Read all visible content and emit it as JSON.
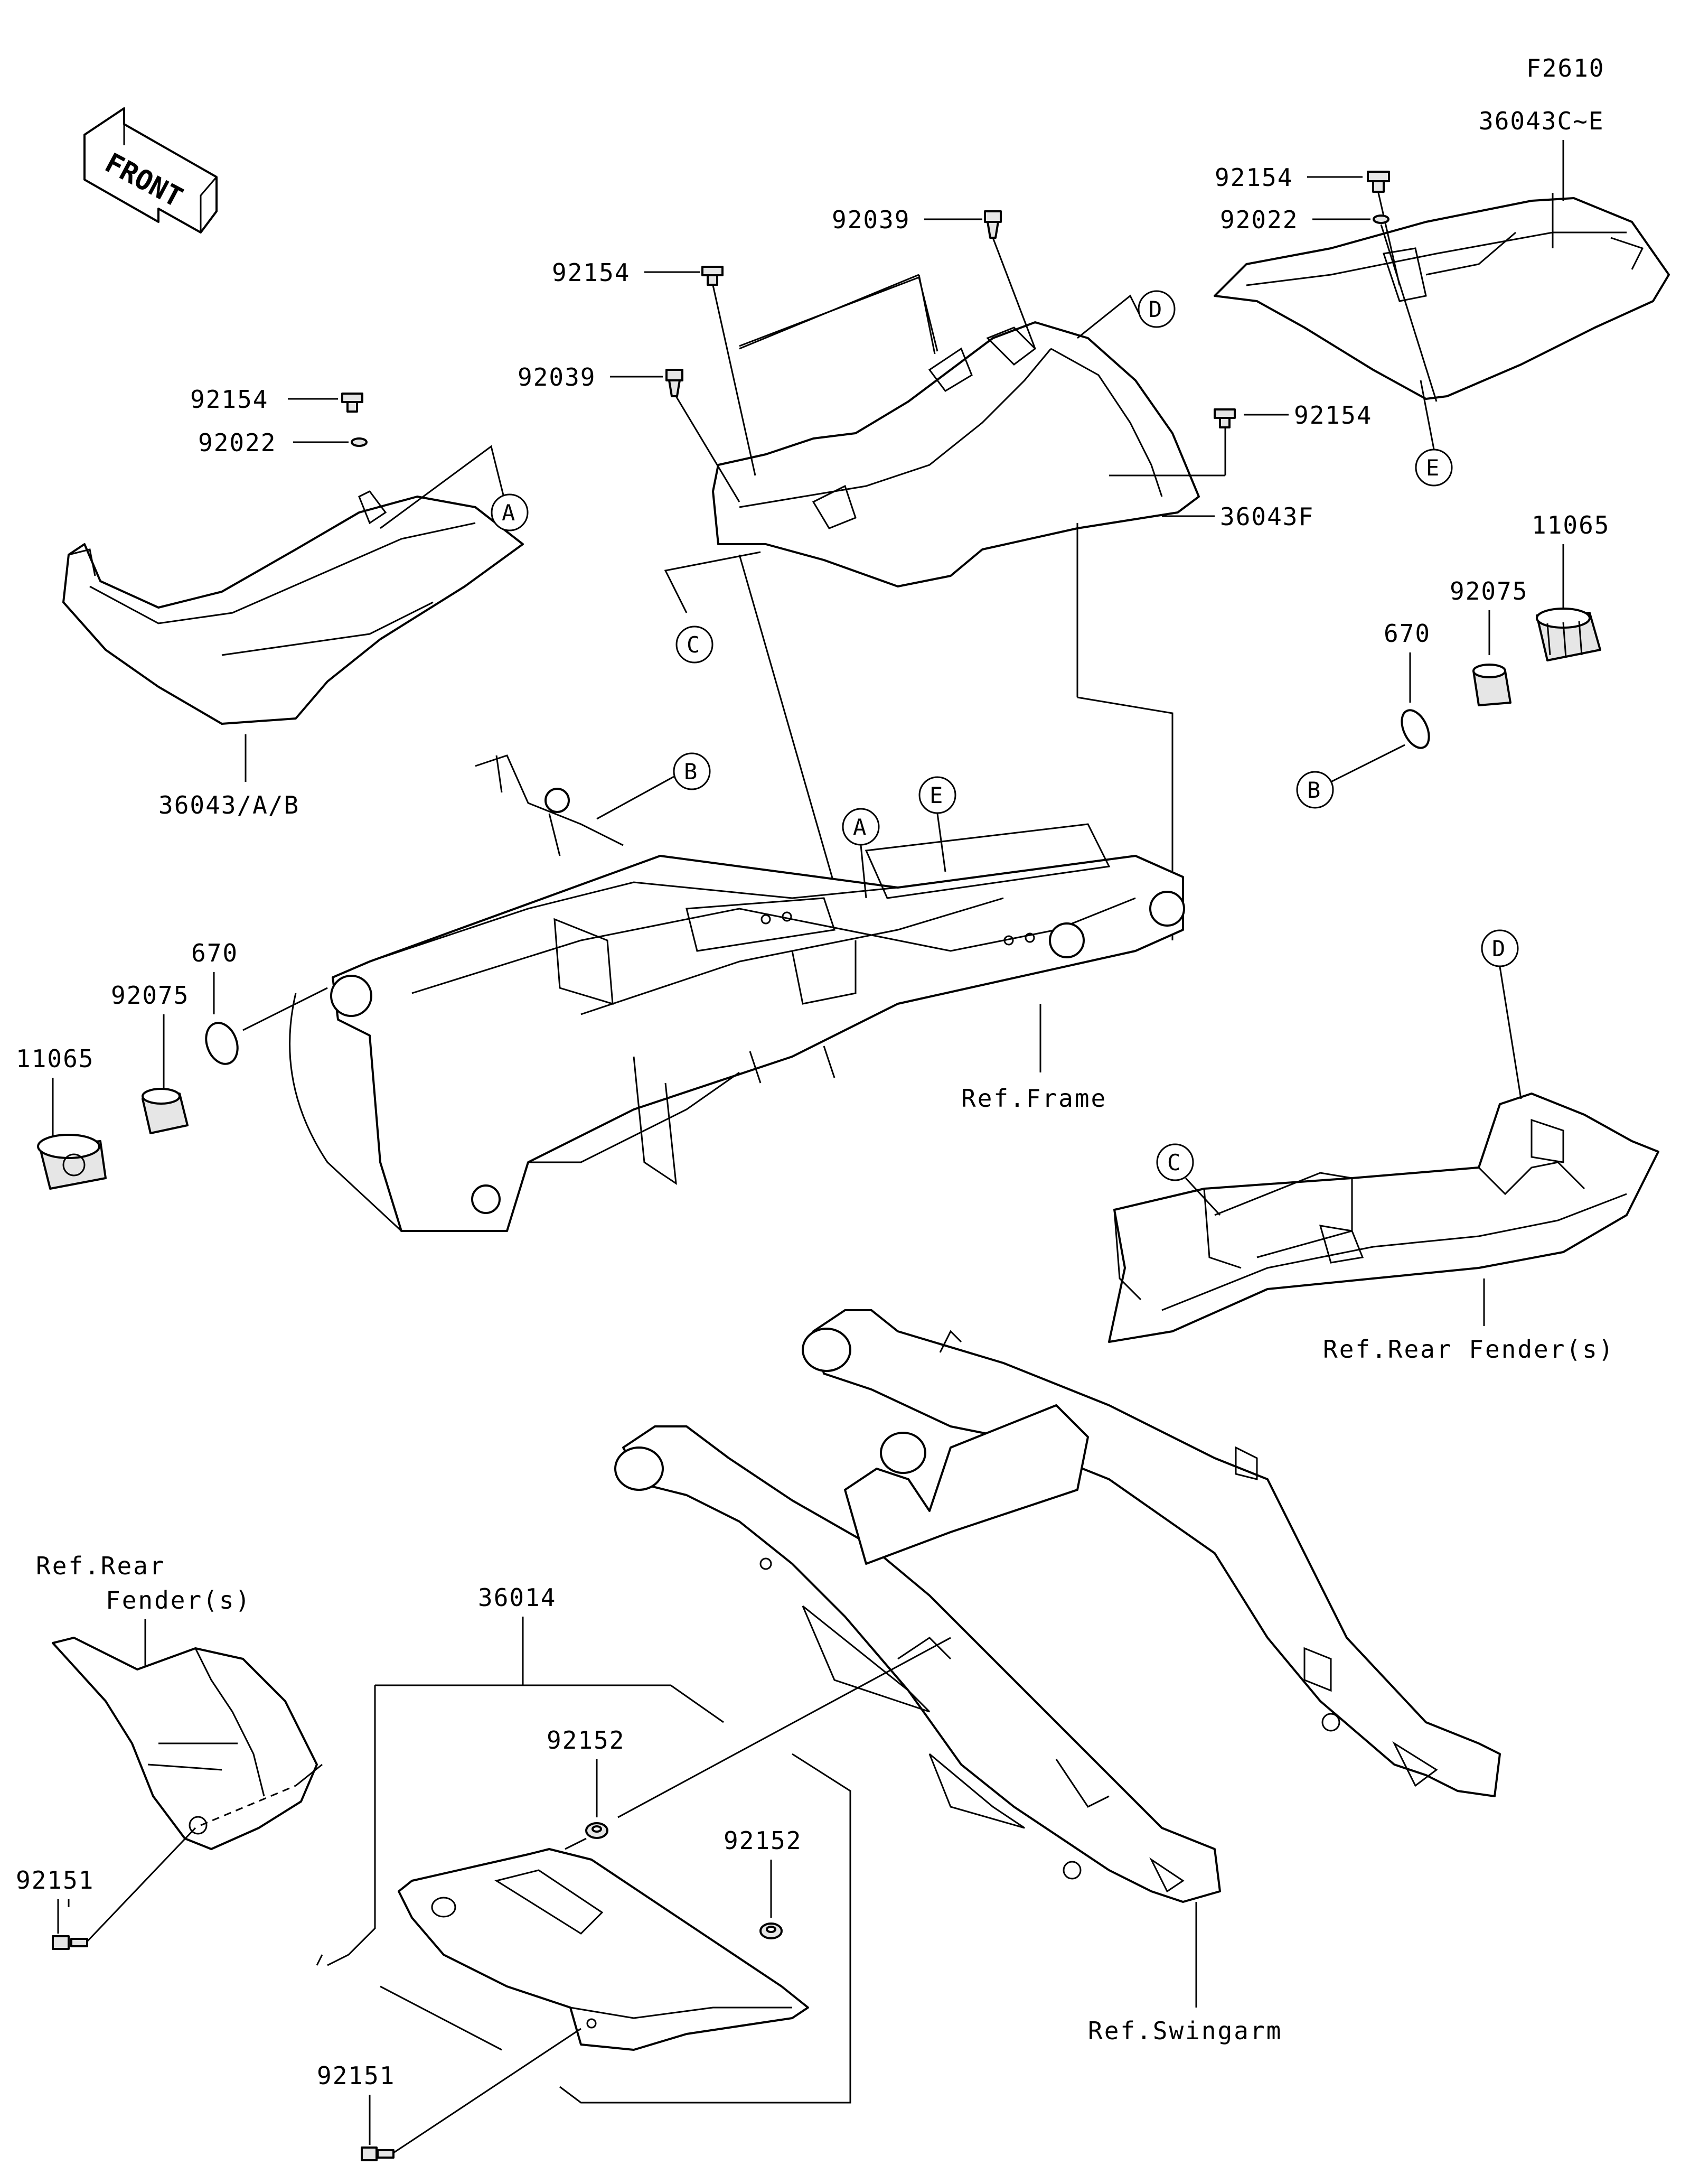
{
  "figure_code": "F2610",
  "front_label": "FRONT",
  "callouts": {
    "c1": "36043C~E",
    "c2": "92154",
    "c3": "92022",
    "c4": "92039",
    "c5": "92154",
    "c6": "92039",
    "c7": "92154",
    "c8": "36043F",
    "c9": "92154",
    "c10": "92022",
    "c11": "36043/A/B",
    "c12": "11065",
    "c13": "92075",
    "c14": "670",
    "c15": "670",
    "c16": "92075",
    "c17": "11065",
    "c18": "36014",
    "c19": "92152",
    "c20": "92152",
    "c21": "92151",
    "c22": "92151"
  },
  "references": {
    "frame": "Ref.Frame",
    "rear_fender": "Ref.Rear Fender(s)",
    "rear_fender_line1": "Ref.Rear",
    "rear_fender_line2": "Fender(s)",
    "swingarm": "Ref.Swingarm"
  },
  "connectors": {
    "a": "A",
    "b": "B",
    "c": "C",
    "d": "D",
    "e": "E"
  }
}
